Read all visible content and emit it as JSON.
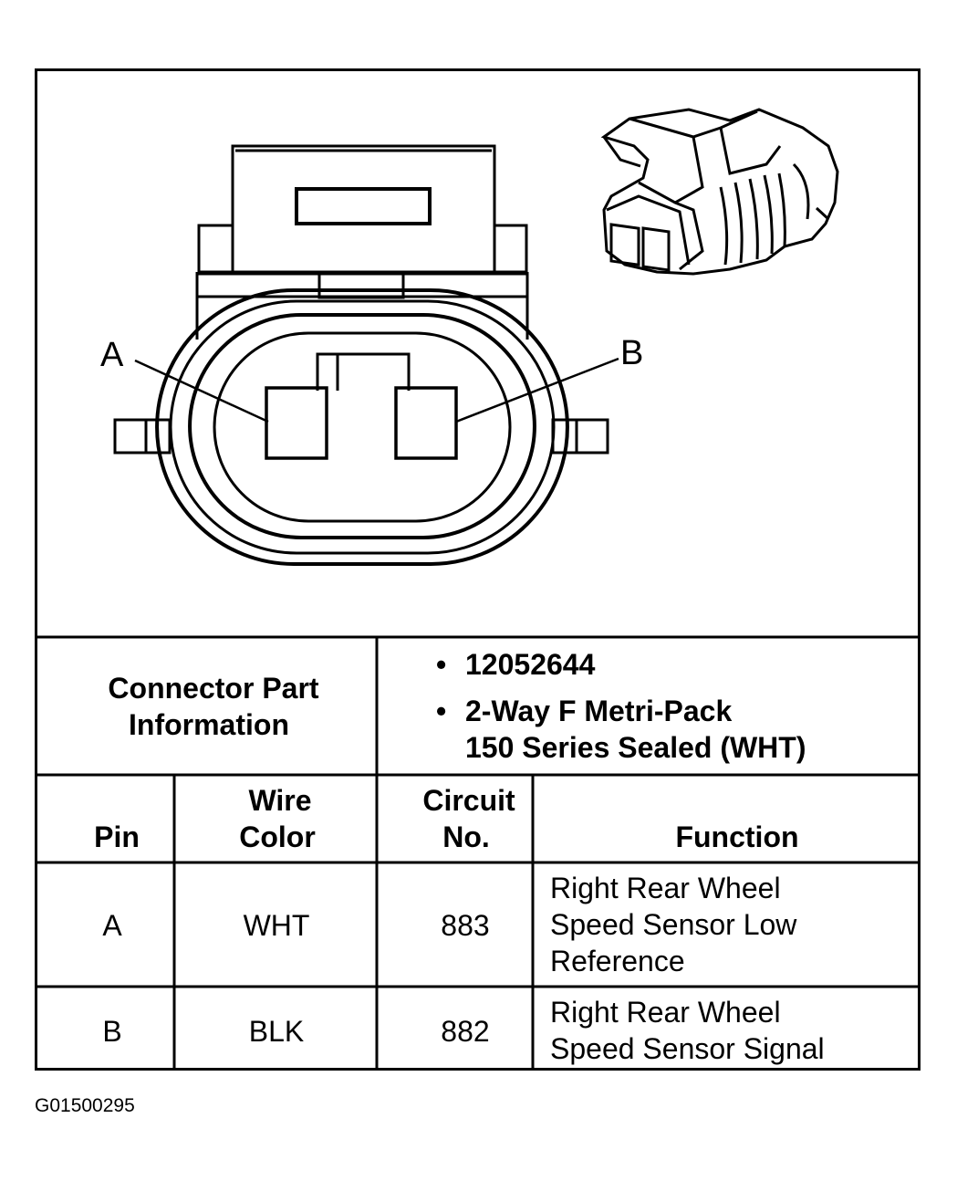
{
  "diagram": {
    "pin_labels": {
      "a": "A",
      "b": "B"
    },
    "figure_id": "G01500295"
  },
  "connector_info": {
    "label_line1": "Connector Part",
    "label_line2": "Information",
    "bullet": "•",
    "part_number": "12052644",
    "description_line1": "2-Way F Metri-Pack",
    "description_line2": "150 Series Sealed (WHT)"
  },
  "table": {
    "headers": {
      "pin": "Pin",
      "wire_color_line1": "Wire",
      "wire_color_line2": "Color",
      "circuit_line1": "Circuit",
      "circuit_line2": "No.",
      "function": "Function"
    },
    "rows": [
      {
        "pin": "A",
        "wire_color": "WHT",
        "circuit": "883",
        "function_lines": [
          "Right Rear Wheel",
          "Speed Sensor Low",
          "Reference"
        ]
      },
      {
        "pin": "B",
        "wire_color": "BLK",
        "circuit": "882",
        "function_lines": [
          "Right Rear Wheel",
          "Speed Sensor Signal"
        ]
      }
    ]
  }
}
